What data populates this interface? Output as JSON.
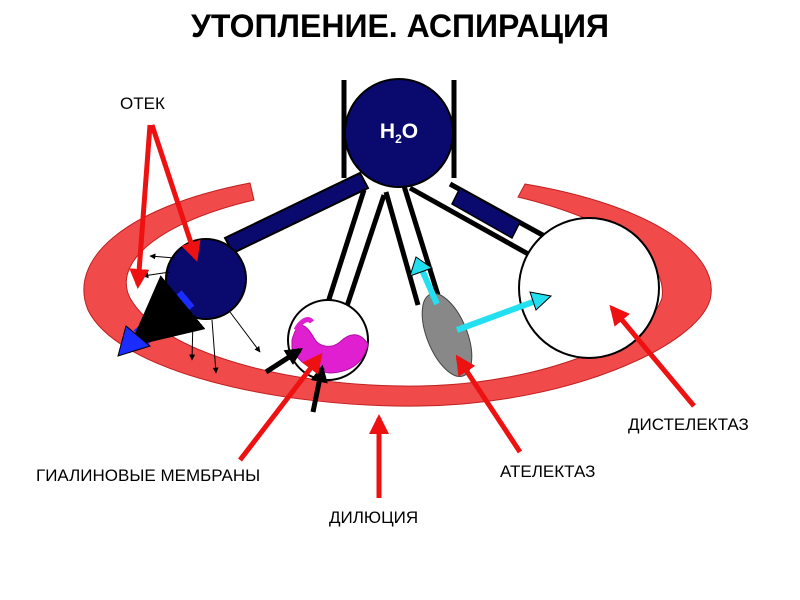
{
  "title": "УТОПЛЕНИЕ. АСПИРАЦИЯ",
  "water": {
    "main": "H",
    "sub": "2",
    "tail": "O"
  },
  "labels": {
    "edema": "ОТЕК",
    "hyaline_membranes": "ГИАЛИНОВЫЕ МЕМБРАНЫ",
    "dilution": "ДИЛЮЦИЯ",
    "atelectasis": "АТЕЛЕКТАЗ",
    "dystelectasis": "ДИСТЕЛЕКТАЗ"
  },
  "colors": {
    "arc": "#f04a4a",
    "navy": "#0a0a6e",
    "pointer": "#ee1111",
    "blue_arrow": "#1a2cff",
    "cyan_arrow": "#22e0f0",
    "hyaline": "#e020d0",
    "collapsed": "#888888"
  }
}
